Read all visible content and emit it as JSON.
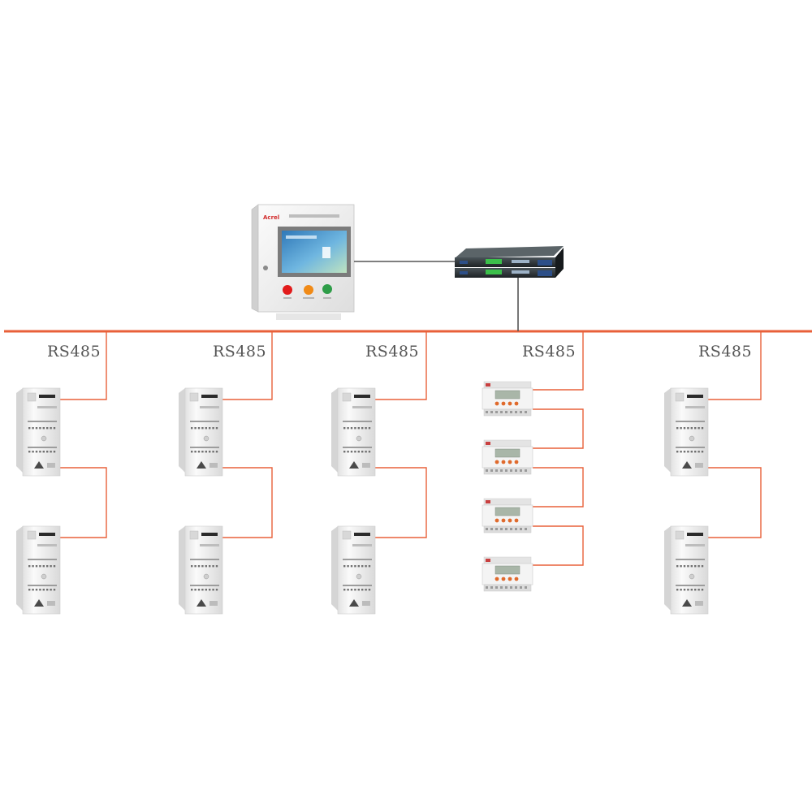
{
  "diagram": {
    "bus_label": "RS485",
    "colors": {
      "bus": "#e8603a",
      "wire_gray": "#555555",
      "panel_body": "#f1f1f1",
      "screen": "#3a8ec4",
      "btn_red": "#e21b1b",
      "btn_orange": "#f08a16",
      "btn_green": "#2e9d48",
      "switch_body": "#2c3236",
      "switch_accent": "#2d4f88"
    },
    "host_panel": {
      "brand": "Acrel"
    },
    "columns": [
      {
        "label": "RS485",
        "device": "cabinet-module",
        "count": 2
      },
      {
        "label": "RS485",
        "device": "cabinet-module",
        "count": 2
      },
      {
        "label": "RS485",
        "device": "cabinet-module",
        "count": 2
      },
      {
        "label": "RS485",
        "device": "din-rail-meter",
        "count": 4
      },
      {
        "label": "RS485",
        "device": "cabinet-module",
        "count": 2
      }
    ]
  }
}
